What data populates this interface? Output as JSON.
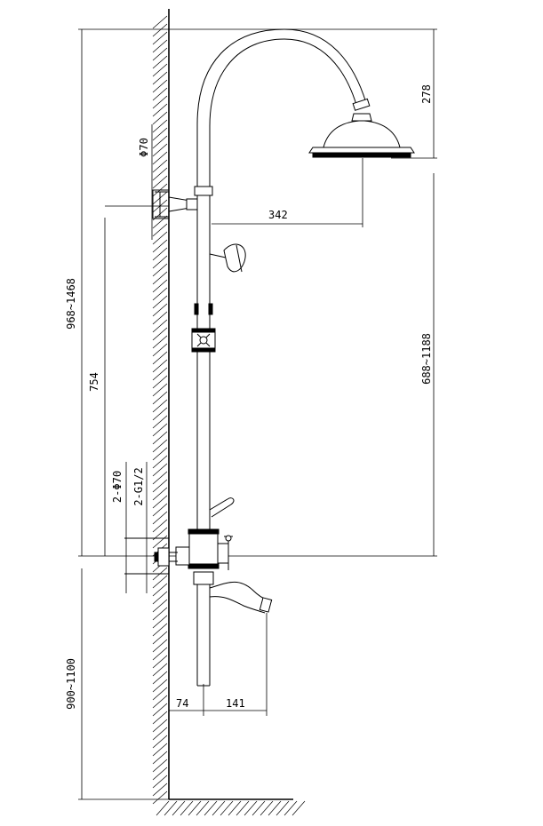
{
  "dimensions": {
    "total_height_range": "968~1468",
    "head_drop": "278",
    "arm_reach": "342",
    "bracket_diameter": "Φ70",
    "slide_height": "754",
    "column_height_range": "688~1188",
    "inlet_diameter": "2-Φ70",
    "inlet_thread": "2-G1/2",
    "mixer_height_range": "900~1100",
    "wall_offset": "74",
    "spout_reach": "141"
  }
}
